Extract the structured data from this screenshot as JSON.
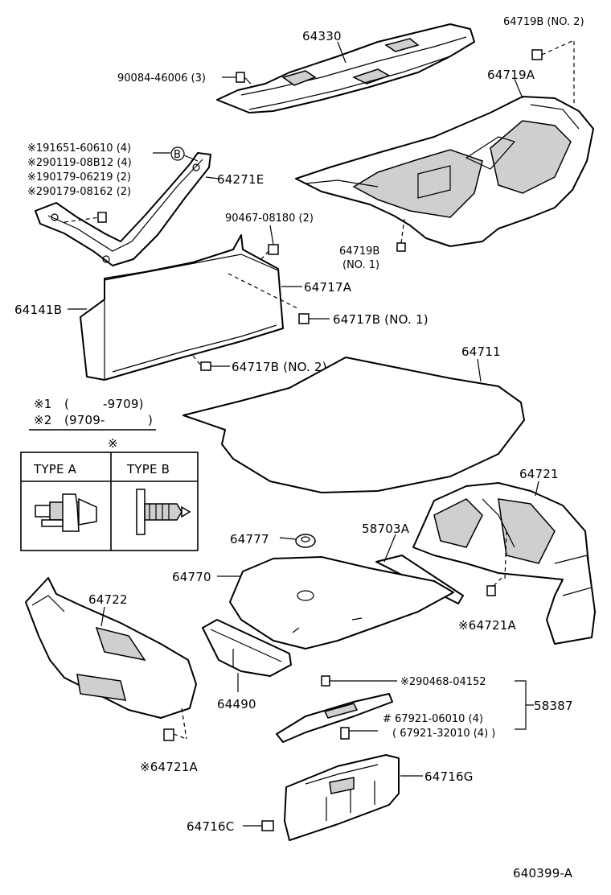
{
  "labels": {
    "p64330": "64330",
    "p90084": "90084-46006 (3)",
    "p64719b_no2": "64719B (NO. 2)",
    "p64719a": "64719A",
    "p191651": "※191651-60610 (4)",
    "p290119": "※290119-08B12 (4)",
    "p190179": "※190179-06219 (2)",
    "p290179": "※290179-08162 (2)",
    "circle_b": "B",
    "p64271e": "64271E",
    "p90467": "90467-08180 (2)",
    "p64719b_no1_a": "64719B",
    "p64719b_no1_b": "(NO. 1)",
    "p64717a": "64717A",
    "p64141b": "64141B",
    "p64717b_no1": "64717B (NO. 1)",
    "p64717b_no2": "64717B (NO. 2)",
    "p64711": "64711",
    "p64721": "64721",
    "p58703a": "58703A",
    "p64777": "64777",
    "p64770": "64770",
    "p64722": "64722",
    "p64721a_right": "※64721A",
    "p64490": "64490",
    "p290468": "※290468-04152",
    "p58387": "58387",
    "p67921_06010": "# 67921-06010 (4)",
    "p67921_32010": "( 67921-32010 (4) )",
    "p64721a_left": "※64721A",
    "p64716g": "64716G",
    "p64716c": "64716C",
    "ref_code": "640399-A"
  },
  "legend": {
    "note1_mark": "※1",
    "note1_paren_open": "(",
    "note1_value": "-9709)",
    "note2_mark": "※2",
    "note2_value": "(9709-",
    "note2_paren_close": ")",
    "table_mark": "※",
    "type_a": "TYPE  A",
    "type_b": "TYPE  B"
  }
}
